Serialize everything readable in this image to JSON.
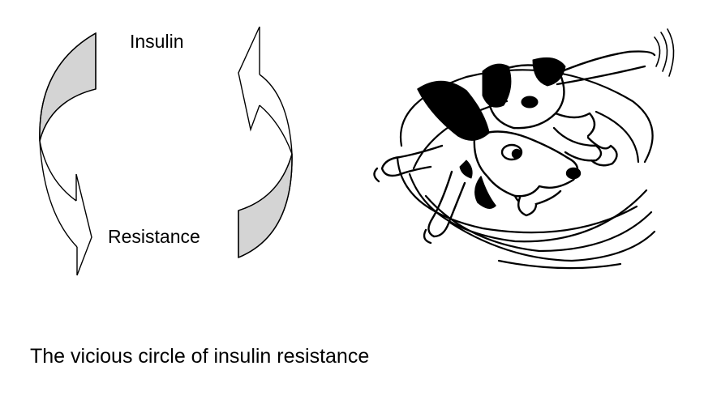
{
  "diagram": {
    "top_label": "Insulin",
    "bottom_label": "Resistance",
    "arrow_shading_color": "#d4d4d4",
    "stroke_color": "#000000"
  },
  "illustration": {
    "icon": "dog-chasing-tail-icon"
  },
  "caption": "The vicious circle of insulin resistance"
}
